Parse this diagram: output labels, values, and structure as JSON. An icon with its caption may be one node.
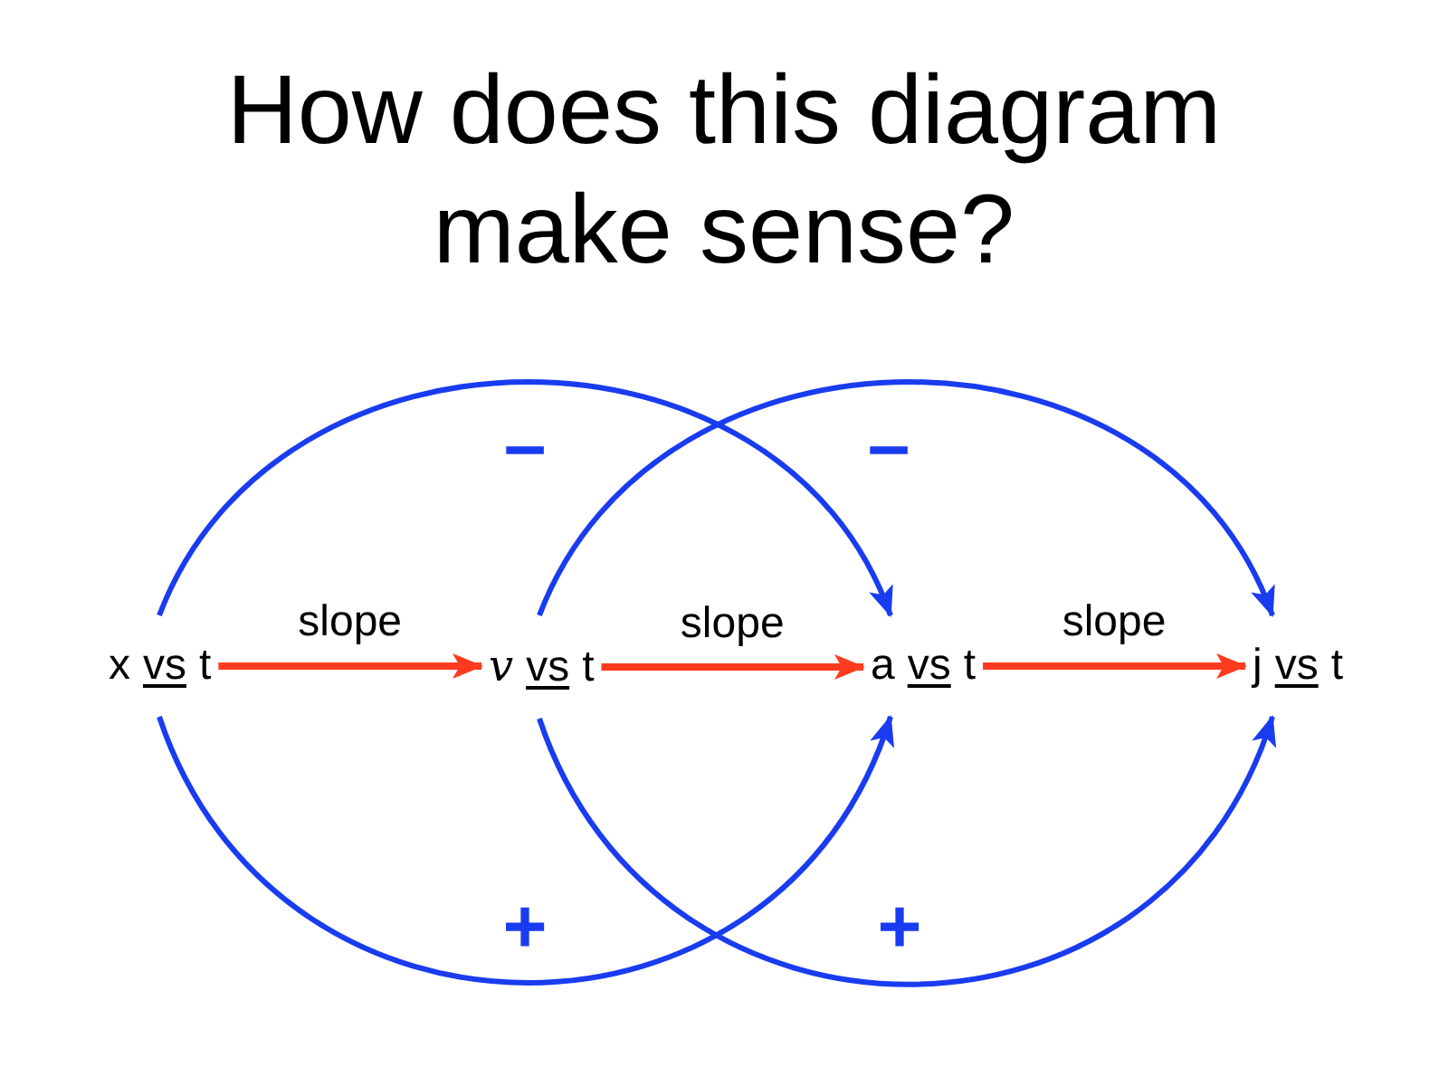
{
  "diagram": {
    "title": "How does this diagram make sense?",
    "nodes": [
      {
        "text": [
          "x",
          "vs",
          "t"
        ]
      },
      {
        "text": [
          "v",
          "vs",
          "t"
        ]
      },
      {
        "text": [
          "a",
          "vs",
          "t"
        ]
      },
      {
        "text": [
          "j",
          "vs",
          "t"
        ]
      }
    ],
    "edges": [
      {
        "from": 0,
        "to": 1,
        "arrow": "to",
        "label": "slope",
        "color": "#ff3b1f"
      },
      {
        "from": 1,
        "to": 2,
        "arrow": "to",
        "label": "slope",
        "color": "#ff3b1f"
      },
      {
        "from": 2,
        "to": 3,
        "arrow": "to",
        "label": "slope",
        "color": "#ff3b1f"
      },
      {
        "from": 0,
        "to": 2,
        "arrow": "to",
        "label": "–"
      },
      {
        "from": 1,
        "to": 3,
        "arrow": "to",
        "label": "–"
      },
      {
        "from": 0,
        "to": 2,
        "arrow": "to",
        "label": "+"
      },
      {
        "from": 1,
        "to": 3,
        "arrow": "to",
        "label": "+"
      }
    ]
  }
}
